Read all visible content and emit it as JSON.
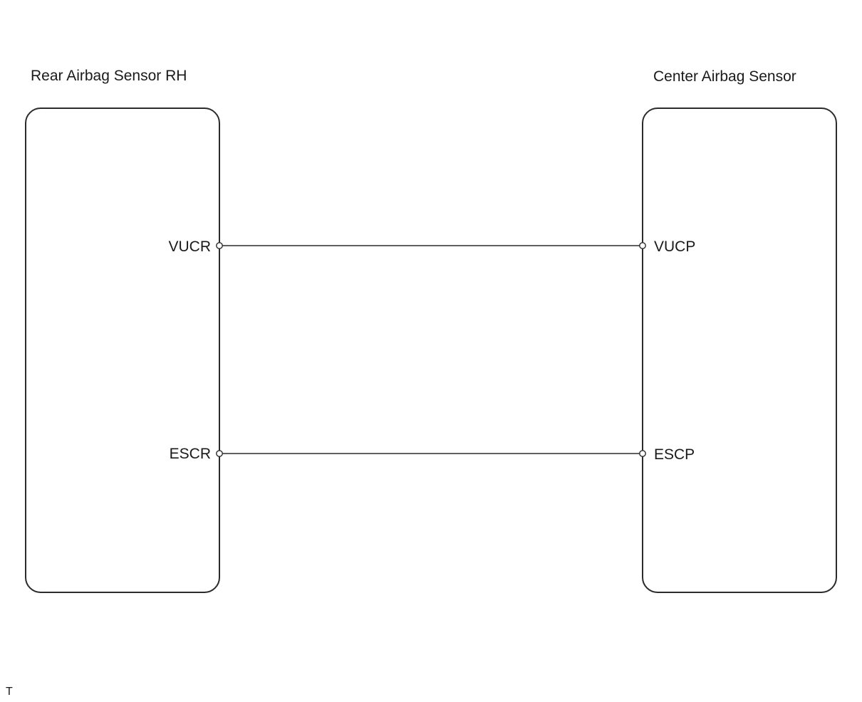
{
  "modules": {
    "left": {
      "title": "Rear Airbag Sensor RH"
    },
    "right": {
      "title": "Center Airbag Sensor"
    }
  },
  "pins": {
    "left_top": "VUCR",
    "left_bottom": "ESCR",
    "right_top": "VUCP",
    "right_bottom": "ESCP"
  },
  "footer_mark": "T",
  "colors": {
    "line": "#2b2b2b",
    "background": "#ffffff"
  }
}
